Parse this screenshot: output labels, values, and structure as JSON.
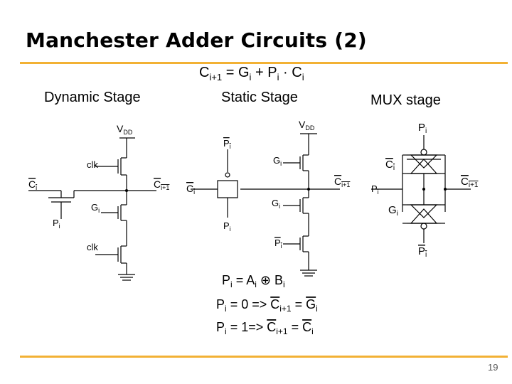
{
  "slide": {
    "title": "Manchester Adder Circuits (2)",
    "page_number": "19"
  },
  "stages": {
    "dynamic": "Dynamic Stage",
    "static": "Static Stage",
    "mux": "MUX stage"
  },
  "equations": {
    "carry": {
      "lhs": "C",
      "lhs_sub": "i+1",
      "eq": " = ",
      "g": "G",
      "g_sub": "i",
      "plus": " + ",
      "p": "P",
      "p_sub": "i",
      "dot": " · ",
      "c": "C",
      "c_sub": "i"
    },
    "propagate": {
      "p": "P",
      "p_sub": "i",
      "eq": " = ",
      "a": "A",
      "a_sub": "i",
      "xor": " ⊕ ",
      "b": "B",
      "b_sub": "i"
    },
    "case0": {
      "p": "P",
      "p_sub": "i",
      "rest": " = 0 => ",
      "c": "C",
      "c_sub": "i+1",
      "eq": " = ",
      "g": "G",
      "g_sub": "i"
    },
    "case1": {
      "p": "P",
      "p_sub": "i",
      "rest": " = 1=> ",
      "c": "C",
      "c_sub": "i+1",
      "eq": " = ",
      "ci": "C",
      "ci_sub": "i"
    }
  },
  "labels": {
    "vdd": "V",
    "vdd_sub": "DD",
    "clk": "clk",
    "c": "C",
    "i": "i",
    "i1": "i+1",
    "g": "G",
    "p": "P"
  }
}
